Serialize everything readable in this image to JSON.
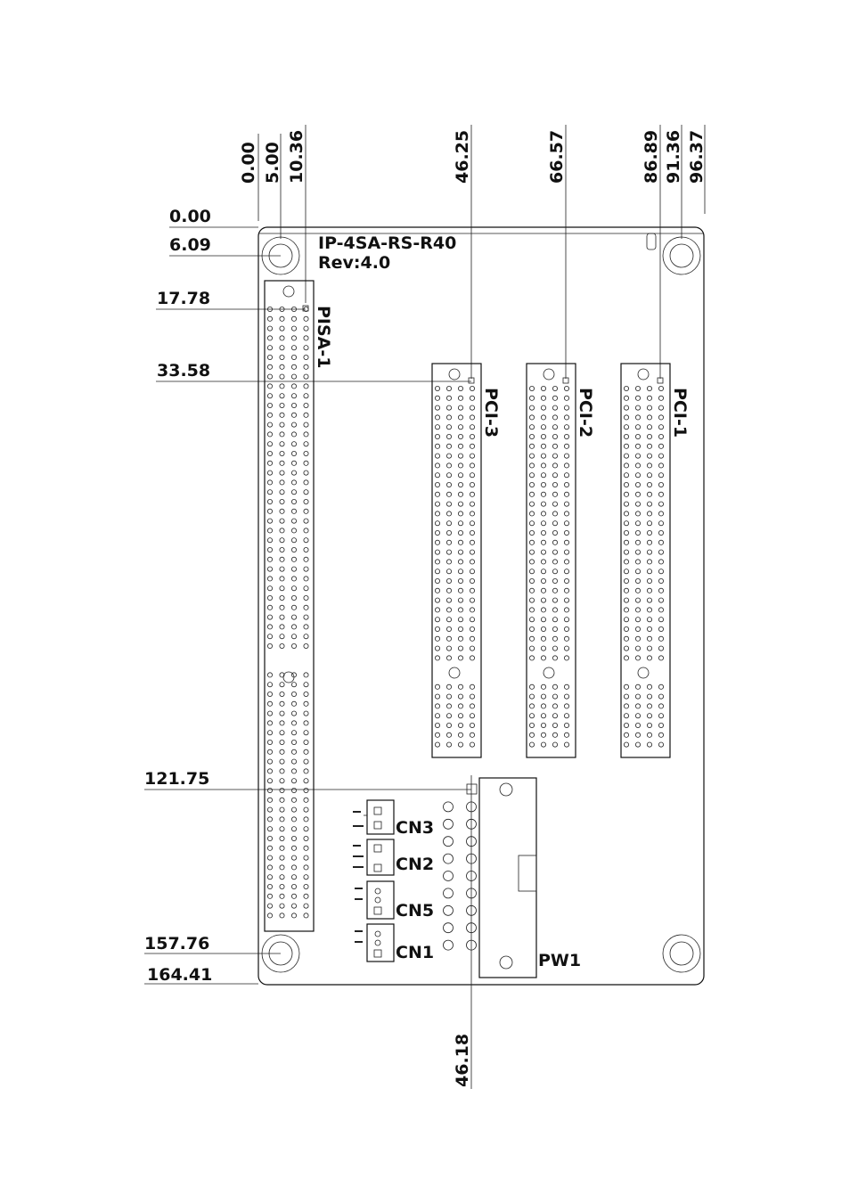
{
  "board": {
    "name": "IP-4SA-RS-R40",
    "revision": "Rev:4.0"
  },
  "top_dimensions": [
    "0.00",
    "5.00",
    "10.36",
    "46.25",
    "66.57",
    "86.89",
    "91.36",
    "96.37"
  ],
  "left_dimensions": [
    "0.00",
    "6.09",
    "17.78",
    "33.58",
    "121.75",
    "157.76",
    "164.41"
  ],
  "bottom_dimension": "46.18",
  "slots": {
    "pisa": "PISA-1",
    "pci3": "PCI-3",
    "pci2": "PCI-2",
    "pci1": "PCI-1"
  },
  "connectors": {
    "cn3": "CN3",
    "cn2": "CN2",
    "cn5": "CN5",
    "cn1": "CN1",
    "pw1": "PW1"
  }
}
